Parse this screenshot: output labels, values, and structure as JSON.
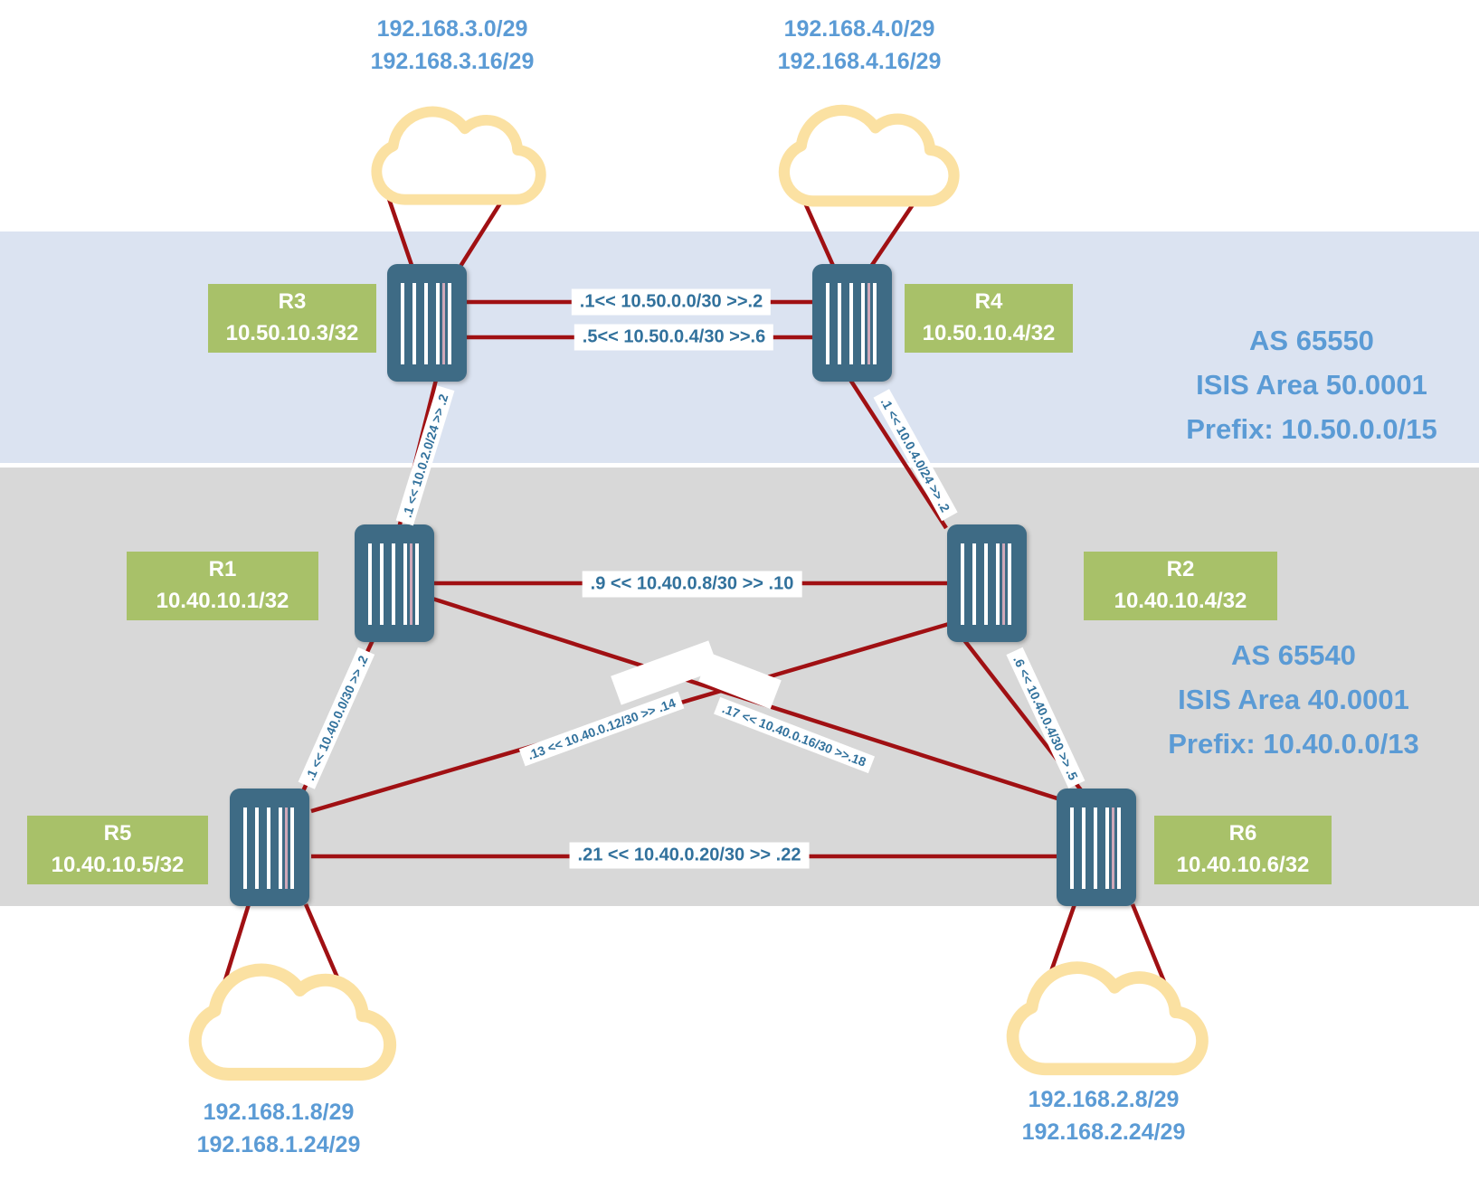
{
  "zones": {
    "as65550": {
      "as": "AS 65550",
      "isis": "ISIS Area 50.0001",
      "prefix": "Prefix: 10.50.0.0/15"
    },
    "as65540": {
      "as": "AS 65540",
      "isis": "ISIS Area 40.0001",
      "prefix": "Prefix: 10.40.0.0/13"
    }
  },
  "clouds": {
    "top_left": {
      "line1": "192.168.3.0/29",
      "line2": "192.168.3.16/29"
    },
    "top_right": {
      "line1": "192.168.4.0/29",
      "line2": "192.168.4.16/29"
    },
    "bottom_left": {
      "line1": "192.168.1.8/29",
      "line2": "192.168.1.24/29"
    },
    "bottom_right": {
      "line1": "192.168.2.8/29",
      "line2": "192.168.2.24/29"
    }
  },
  "routers": {
    "r3": {
      "name": "R3",
      "loopback": "10.50.10.3/32"
    },
    "r4": {
      "name": "R4",
      "loopback": "10.50.10.4/32"
    },
    "r1": {
      "name": "R1",
      "loopback": "10.40.10.1/32"
    },
    "r2": {
      "name": "R2",
      "loopback": "10.40.10.4/32"
    },
    "r5": {
      "name": "R5",
      "loopback": "10.40.10.5/32"
    },
    "r6": {
      "name": "R6",
      "loopback": "10.40.10.6/32"
    }
  },
  "links": {
    "r3_r4_a": ".1<< 10.50.0.0/30 >>.2",
    "r3_r4_b": ".5<< 10.50.0.4/30 >>.6",
    "r3_r1": ".1 << 10.0.2.0/24 >> .2",
    "r4_r2": ".1 << 10.0.4.0/24 >> .2",
    "r1_r2": ".9 << 10.40.0.8/30 >> .10",
    "r1_r5": ".1 << 10.40.0.0/30 >> .2",
    "r2_r6": ".6 << 10.40.0.4/30 >> .5",
    "r5_r2": ".13 << 10.40.0.12/30 >> .14",
    "r1_r6": ".17 << 10.40.0.16/30 >>.18",
    "r5_r6": ".21 << 10.40.0.20/30 >> .22"
  },
  "colors": {
    "zone_blue_bg": "#dbe3f1",
    "zone_gray_bg": "#d8d8d8",
    "router_body": "#3e6b85",
    "router_label_bg": "#a8c169",
    "link_line": "#a01013",
    "cloud_outline": "#fbe1a2",
    "heading_text": "#5b9bd5",
    "link_label_text": "#31719c"
  }
}
